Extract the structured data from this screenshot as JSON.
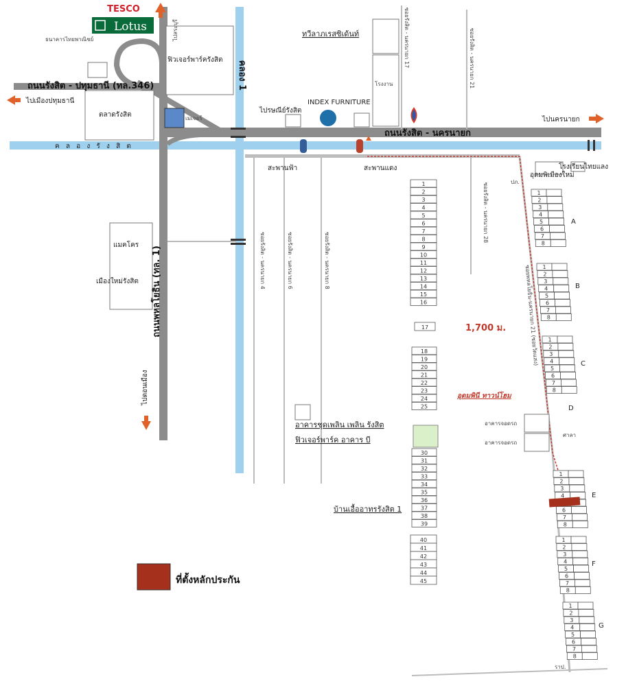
{
  "brand": {
    "top": "TESCO",
    "name": "Lotus"
  },
  "roads": {
    "rangsit_pathum": "ถนนรังสิต - ปทุมธานี (ทล.346)",
    "rangsit_nakhon": "ถนนรังสิต - นครนายก",
    "phahonyothin": "ถนนพหลโยธิน (ทล. 1)",
    "canal_rangsit": "ค ล อ ง รั ง สิ ต",
    "khlong1": "คลอง 1"
  },
  "directions": {
    "to_pathum": "ไปเมืองปทุมธานี",
    "to_nakhon": "ไปนครนายก",
    "to_donmueang": "ไปดอนเมือง",
    "to_saraburi": "ไปสระบุรี"
  },
  "places": {
    "bank": "ธนาคารไทยพาณิชย์",
    "future_park": "ฟิวเจอร์พาร์ครังสิต",
    "market": "ตลาดรังสิต",
    "mall": "เมเจอร์",
    "post_office": "ไปรษณีย์รังสิต",
    "index": "INDEX FURNITURE",
    "twilight": "ทวีลาภเรสซิเด้นท์",
    "factory": "โรงงาน",
    "makro": "แมคโคร",
    "mueang_mai": "เมืองใหม่รังสิต",
    "bridge_sky": "สะพานฟ้า",
    "bridge_red": "สะพานแดง",
    "school": "โรงเรียนไทยแลง",
    "udom_village": "อุดมพิเมืองใหม่",
    "building_a": "อาคารจอดรถ",
    "building_b": "อาคารจอดรถ",
    "pavilion": "ศาลา",
    "residence": "อาคารชุดเพลิน เพลิน รังสิต",
    "future_park_bldg": "ฟิวเจอร์พาร์ค อาคาร บี",
    "baan": "บ้านเอื้ออาทรรังสิต 1",
    "udom_townhome": "อุดมพินี ทาวน์โฮม",
    "distance": "1,700 ม."
  },
  "sois": {
    "s17": "ซอยรังสิต - นครนายก 17",
    "s21": "ซอยรังสิต - นครนายก 21",
    "s28": "ซอยรังสิต - นครนายก 28",
    "s4": "ซอยรังสิต - นครนายก 4",
    "s6": "ซอยรังสิต - นครนายก 6",
    "s8": "ซอยรังสิต - นครนายก 8",
    "s_right": "ซอยพหลโยธิน-นครนายก 21 (ซอยวัดแสง)"
  },
  "zones": [
    "A",
    "B",
    "C",
    "D",
    "E",
    "F",
    "G"
  ],
  "plots": {
    "col1_top": [
      "1",
      "2",
      "3",
      "4",
      "5",
      "6",
      "7",
      "8",
      "9",
      "10",
      "11",
      "12",
      "13",
      "14",
      "15",
      "16"
    ],
    "col1_single": "17",
    "col1_mid": [
      "18",
      "19",
      "20",
      "21",
      "22",
      "23",
      "24",
      "25"
    ],
    "col1_low": [
      "30",
      "31",
      "32",
      "33",
      "34",
      "35",
      "36",
      "37",
      "38",
      "39"
    ],
    "col1_bot": [
      "40",
      "41",
      "42",
      "43",
      "44",
      "45"
    ],
    "zone_nums": [
      "1",
      "2",
      "3",
      "4",
      "5",
      "6",
      "7",
      "8"
    ]
  },
  "misc": {
    "pk_label": "ปภ.",
    "exit_label": "ราป."
  },
  "legend": {
    "label": "ที่ตั้งหลักประกัน",
    "color": "#a5311c"
  },
  "colors": {
    "road": "#8c8c8c",
    "canal": "#9fd0ee",
    "route": "#c0392b",
    "arrow": "#e0612a"
  }
}
